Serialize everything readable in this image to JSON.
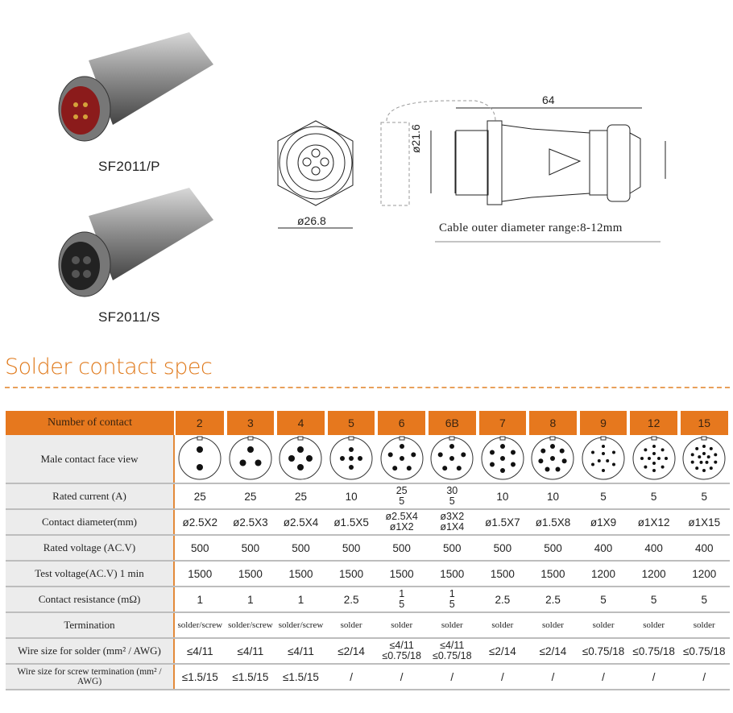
{
  "products": [
    {
      "model": "SF2011/P"
    },
    {
      "model": "SF2011/S"
    }
  ],
  "drawing": {
    "face_diameter": "ø26.8",
    "body_diameter": "ø21.6",
    "length": "64",
    "cable_note": "Cable outer diameter range:8-12mm"
  },
  "section_title": "Solder contact spec",
  "table": {
    "header_label": "Number of contact",
    "contacts": [
      "2",
      "3",
      "4",
      "5",
      "6",
      "6B",
      "7",
      "8",
      "9",
      "12",
      "15"
    ],
    "face_label": "Male  contact  face  view",
    "rows": [
      {
        "label": "Rated current  (A)",
        "values": [
          "25",
          "25",
          "25",
          "10",
          "25\n5",
          "30\n5",
          "10",
          "10",
          "5",
          "5",
          "5"
        ]
      },
      {
        "label": "Contact diameter(mm)",
        "values": [
          "ø2.5X2",
          "ø2.5X3",
          "ø2.5X4",
          "ø1.5X5",
          "ø2.5X4\nø1X2",
          "ø3X2\nø1X4",
          "ø1.5X7",
          "ø1.5X8",
          "ø1X9",
          "ø1X12",
          "ø1X15"
        ]
      },
      {
        "label": "Rated voltage (AC.V)",
        "values": [
          "500",
          "500",
          "500",
          "500",
          "500",
          "500",
          "500",
          "500",
          "400",
          "400",
          "400"
        ]
      },
      {
        "label": "Test voltage(AC.V) 1 min",
        "values": [
          "1500",
          "1500",
          "1500",
          "1500",
          "1500",
          "1500",
          "1500",
          "1500",
          "1200",
          "1200",
          "1200"
        ]
      },
      {
        "label": "Contact resistance (mΩ)",
        "values": [
          "1",
          "1",
          "1",
          "2.5",
          "1\n5",
          "1\n5",
          "2.5",
          "2.5",
          "5",
          "5",
          "5"
        ]
      },
      {
        "label": "Termination",
        "values": [
          "solder/screw",
          "solder/screw",
          "solder/screw",
          "solder",
          "solder",
          "solder",
          "solder",
          "solder",
          "solder",
          "solder",
          "solder"
        ]
      },
      {
        "label": "Wire size for solder (mm² / AWG)",
        "values": [
          "≤4/11",
          "≤4/11",
          "≤4/11",
          "≤2/14",
          "≤4/11\n≤0.75/18",
          "≤4/11\n≤0.75/18",
          "≤2/14",
          "≤2/14",
          "≤0.75/18",
          "≤0.75/18",
          "≤0.75/18"
        ]
      },
      {
        "label": "Wire size for screw termination (mm² / AWG)",
        "values": [
          "≤1.5/15",
          "≤1.5/15",
          "≤1.5/15",
          "/",
          "/",
          "/",
          "/",
          "/",
          "/",
          "/",
          "/"
        ]
      }
    ]
  },
  "colors": {
    "accent": "#e6781e",
    "label_bg": "#ececec"
  }
}
